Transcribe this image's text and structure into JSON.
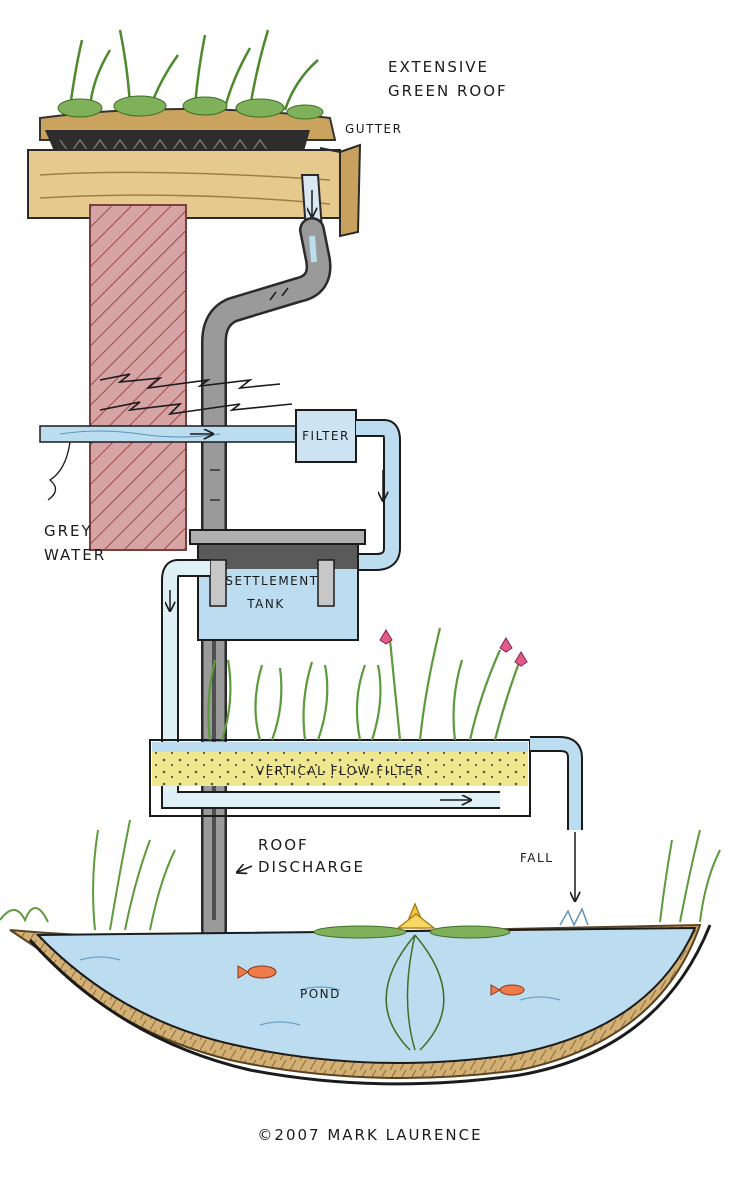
{
  "labels": {
    "green_roof_line1": "EXTENSIVE",
    "green_roof_line2": "GREEN ROOF",
    "gutter": "GUTTER",
    "filter": "FILTER",
    "grey_water_line1": "GREY",
    "grey_water_line2": "WATER",
    "settlement_line1": "SETTLEMENT",
    "settlement_line2": "TANK",
    "vertical_flow_filter": "VERTICAL FLOW FILTER",
    "roof_discharge_line1": "ROOF",
    "roof_discharge_line2": "DISCHARGE",
    "fall": "FALL",
    "pond": "POND",
    "copyright": "©2007  MARK  LAURENCE"
  },
  "colors": {
    "water": "#bcdcef",
    "pipe": "#9a9a9a",
    "timber": "#e6c98d",
    "brick": "#c98f8f",
    "soil": "#c8a46a",
    "plant": "#7fb05a",
    "gravel": "#ece68a",
    "flower": "#e05a8c",
    "lily": "#f3c93c",
    "fish": "#ef7b4a"
  },
  "icons": [
    "plant-icon",
    "flower-icon",
    "fish-icon",
    "water-lily-icon",
    "arrow-icon"
  ]
}
